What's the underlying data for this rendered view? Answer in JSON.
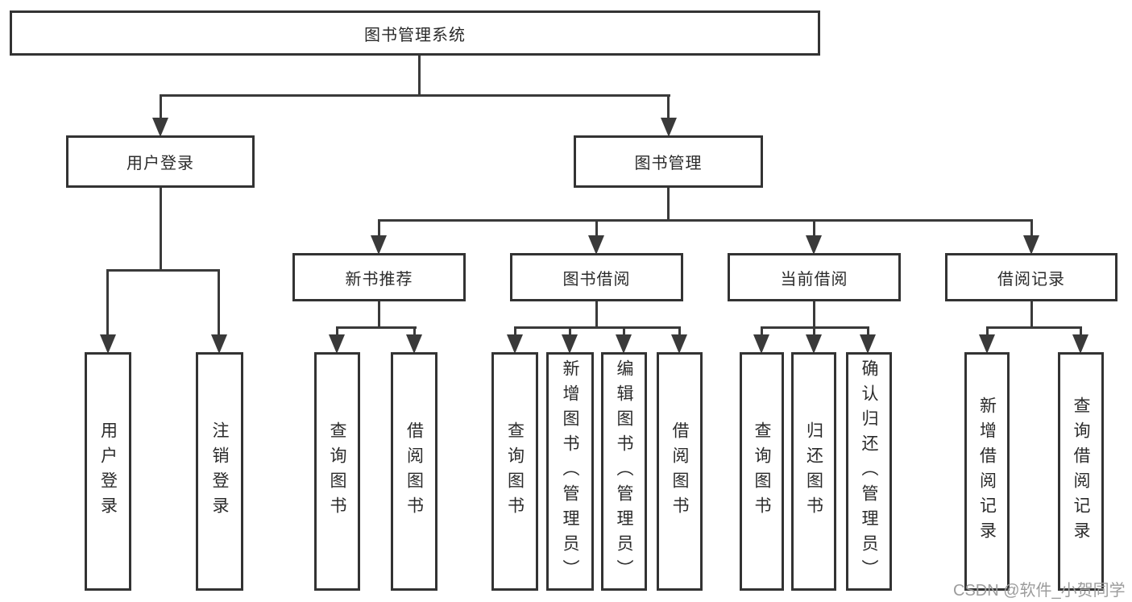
{
  "diagram_type": "hierarchy-tree",
  "colors": {
    "background": "#ffffff",
    "line": "#3a3a3a",
    "box_border": "#333333",
    "text": "#2b2b2b",
    "watermark": "#9c9c9c"
  },
  "watermark": {
    "text": "CSDN @软件_小贺同学"
  },
  "nodes": {
    "root": {
      "label": "图书管理系统"
    },
    "level2": [
      {
        "label": "用户登录",
        "parent": "图书管理系统"
      },
      {
        "label": "图书管理",
        "parent": "图书管理系统"
      }
    ],
    "level3": [
      {
        "label": "新书推荐",
        "parent": "图书管理"
      },
      {
        "label": "图书借阅",
        "parent": "图书管理"
      },
      {
        "label": "当前借阅",
        "parent": "图书管理"
      },
      {
        "label": "借阅记录",
        "parent": "图书管理"
      }
    ],
    "leaves": [
      {
        "label": "用户登录",
        "parent": "用户登录"
      },
      {
        "label": "注销登录",
        "parent": "用户登录"
      },
      {
        "label": "查询图书",
        "parent": "新书推荐"
      },
      {
        "label": "借阅图书",
        "parent": "新书推荐"
      },
      {
        "label": "查询图书",
        "parent": "图书借阅"
      },
      {
        "label": "新增图书（管理员）",
        "parent": "图书借阅"
      },
      {
        "label": "编辑图书（管理员）",
        "parent": "图书借阅"
      },
      {
        "label": "借阅图书",
        "parent": "图书借阅"
      },
      {
        "label": "查询图书",
        "parent": "当前借阅"
      },
      {
        "label": "归还图书",
        "parent": "当前借阅"
      },
      {
        "label": "确认归还（管理员）",
        "parent": "当前借阅"
      },
      {
        "label": "新增借阅记录",
        "parent": "借阅记录"
      },
      {
        "label": "查询借阅记录",
        "parent": "借阅记录"
      }
    ]
  }
}
